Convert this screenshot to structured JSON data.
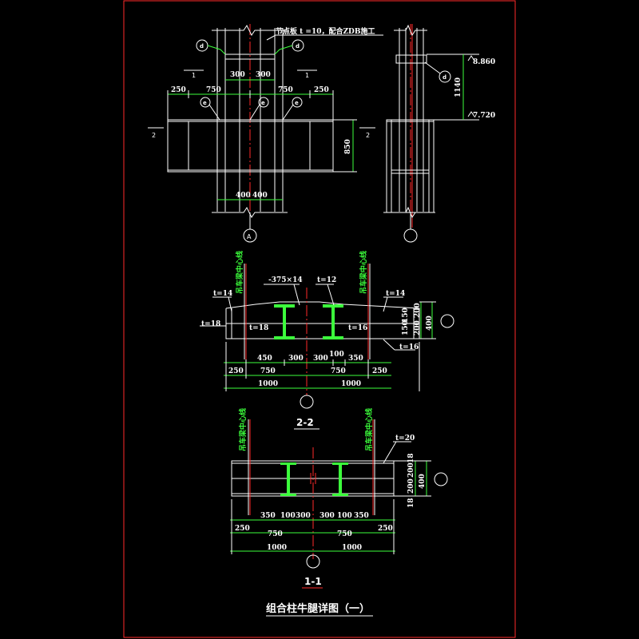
{
  "title": "组合柱牛腿详图（一）",
  "note": "节点板 t =10，配合ZDB施工",
  "grid_axis": "A",
  "detail_mark": "d",
  "detail_mark_e": "e",
  "section_marks": {
    "s1": "1",
    "s2": "2"
  },
  "elevation": {
    "elev_top": "8.860",
    "elev_bottom": "7.720",
    "height": "1140",
    "beam_depth": "850"
  },
  "top_view_dims": {
    "col_300a": "300",
    "col_300b": "300",
    "d250a": "250",
    "d750a": "750",
    "d750b": "750",
    "d250b": "250",
    "d400a": "400",
    "d400b": "400"
  },
  "section_2_2": {
    "label": "2-2",
    "plate_label": "-375×14",
    "t12_top": "t=12",
    "t14_left": "t=14",
    "t14_right": "t=14",
    "t18_left": "t=18",
    "t18_inner_l": "t=18",
    "t16_inner_r": "t=16",
    "t16_bot": "t=16",
    "axis_left": "吊车梁中心线",
    "axis_right": "吊车梁中心线",
    "dims_row1": [
      "450",
      "300",
      "300",
      "100",
      "350"
    ],
    "dims_row2": [
      "250",
      "750",
      "750",
      "250"
    ],
    "dims_row3": [
      "1000",
      "1000"
    ],
    "right_dims": [
      "200",
      "150",
      "150",
      "200",
      "400"
    ]
  },
  "section_1_1": {
    "label": "1-1",
    "t20": "t=20",
    "axis_left": "吊车梁中心线",
    "axis_right": "吊车梁中心线",
    "dims_row1": [
      "350",
      "100",
      "300",
      "300",
      "100",
      "350"
    ],
    "dims_row2": [
      "250",
      "750",
      "750",
      "250"
    ],
    "dims_row3": [
      "1000",
      "1000"
    ],
    "right_dims": [
      "18",
      "200",
      "200",
      "18",
      "400"
    ]
  },
  "colors": {
    "background": "#000000",
    "frame": "#ff2a2a",
    "line": "#ffffff",
    "steel": "#3cff3c"
  }
}
